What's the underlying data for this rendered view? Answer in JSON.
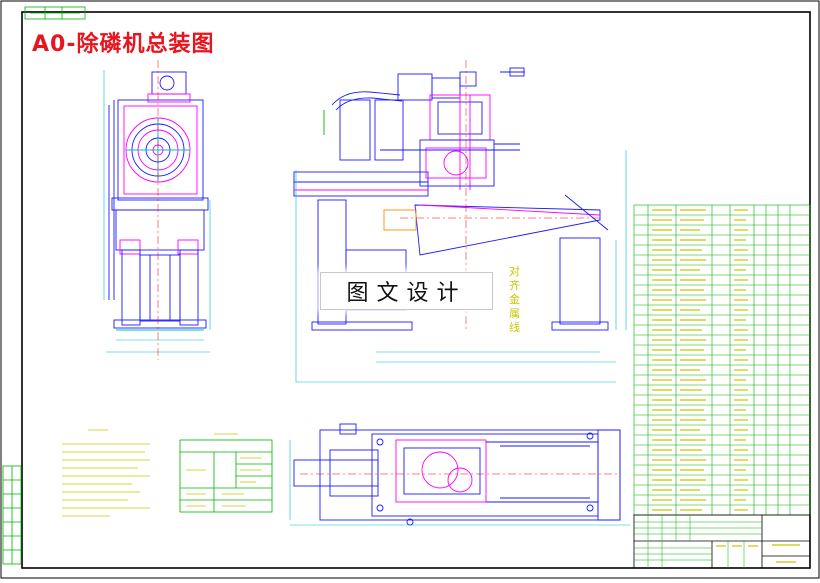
{
  "drawing": {
    "title": "A0-除磷机总装图",
    "watermark": "图文设计",
    "vertical_note": "对齐金属线",
    "colors": {
      "background": "#ffffff",
      "frame": "#000000",
      "outline": "#1a1aff",
      "accent": "#ff00ff",
      "green": "#00b400",
      "cyan": "#00bcd4",
      "title": "#e8141e",
      "annotation": "#c8c800"
    }
  }
}
